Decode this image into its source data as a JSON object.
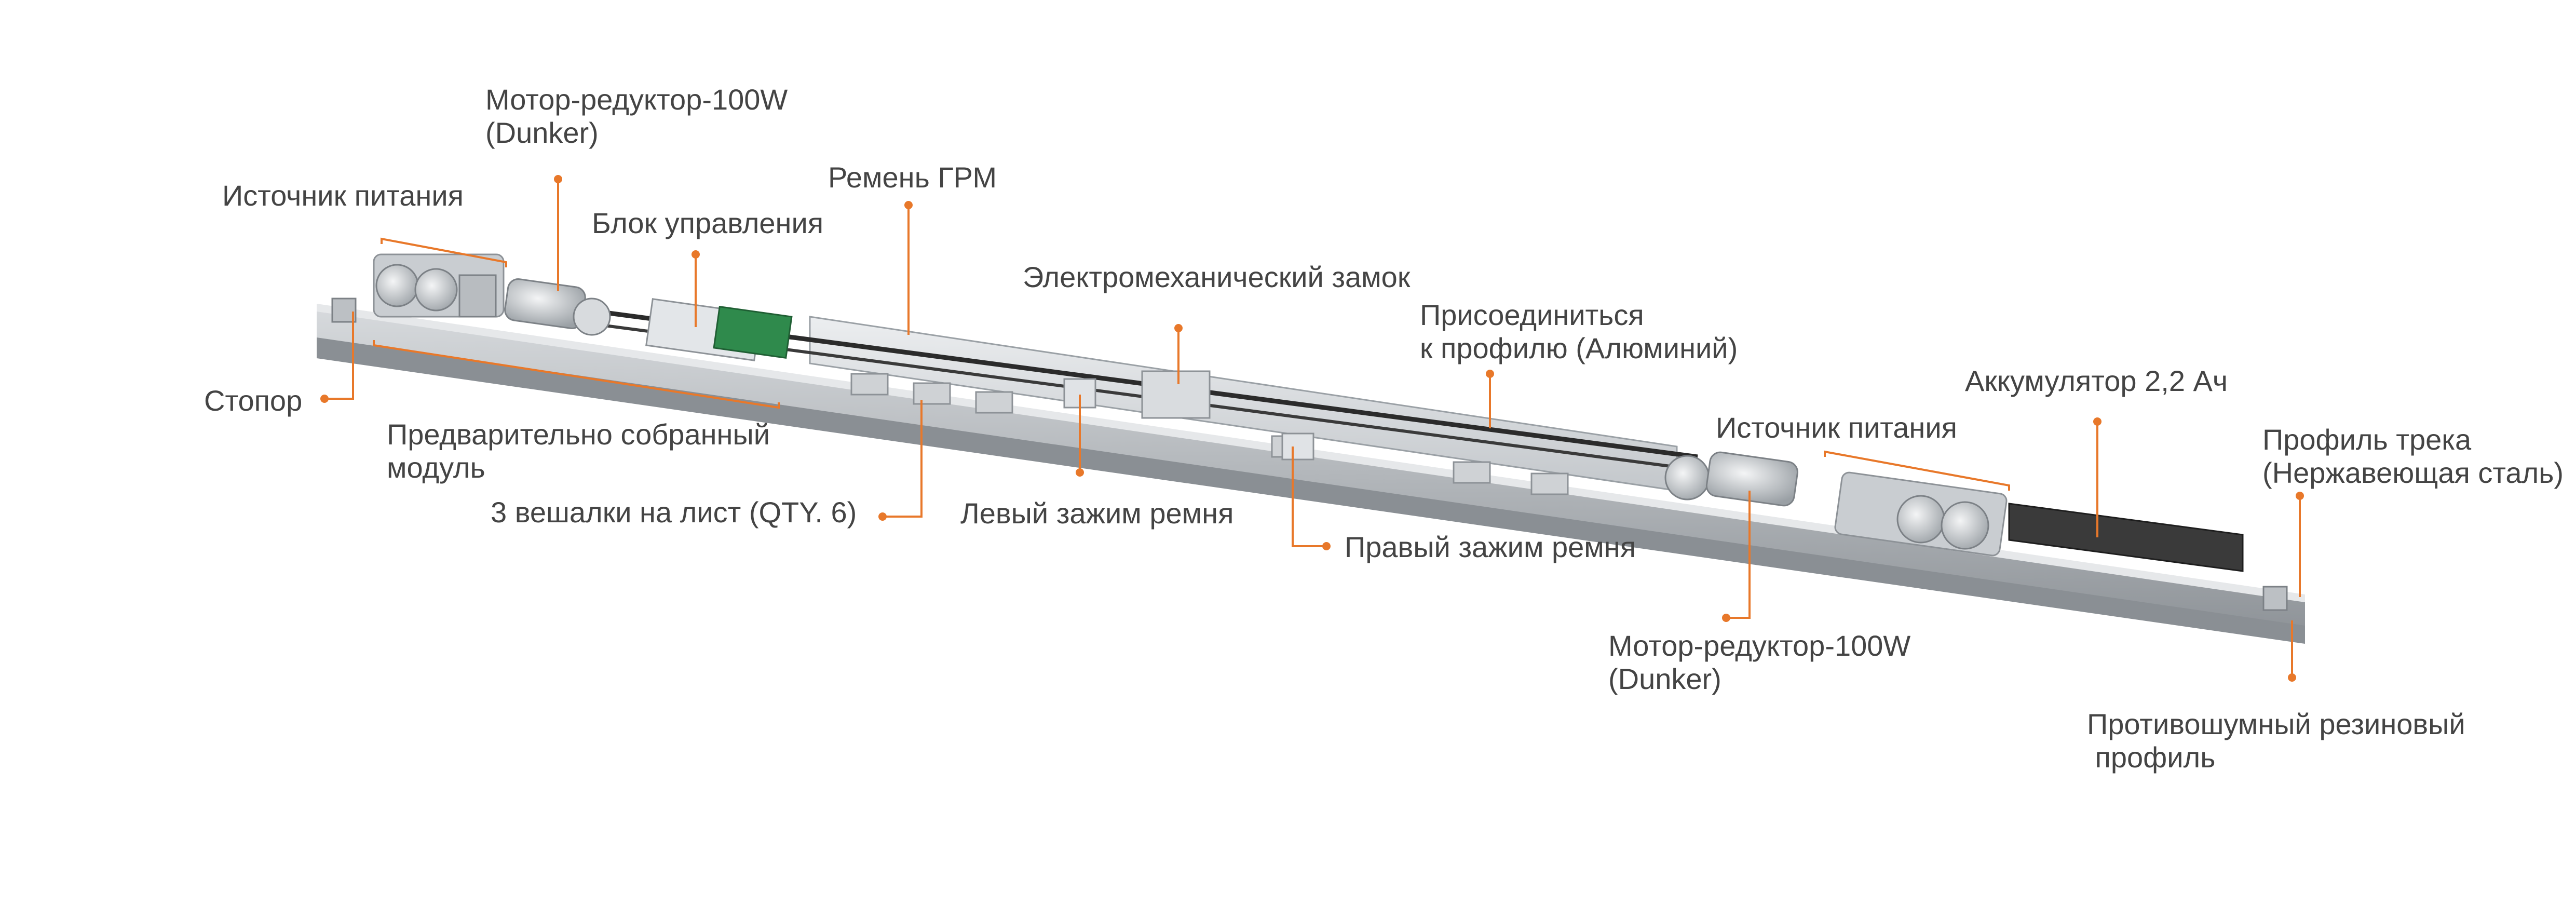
{
  "colors": {
    "accent": "#e8782a",
    "text": "#444444",
    "rail": "#a9adb1",
    "rail_dark": "#7c8186",
    "belt": "#2b2b2b",
    "pcb": "#2f8a4c"
  },
  "labels": {
    "motor_left": [
      "Мотор-редуктор-100W",
      "(Dunker)"
    ],
    "power_left": [
      "Источник питания"
    ],
    "control_unit": [
      "Блок управления"
    ],
    "timing_belt": [
      "Ремень ГРМ"
    ],
    "stopper": [
      "Стопор"
    ],
    "premodule": [
      "Предварительно собранный",
      "модуль"
    ],
    "hangers": [
      "3 вешалки на лист (QTY. 6)"
    ],
    "lock": [
      "Электромеханический замок"
    ],
    "left_clamp": [
      "Левый зажим ремня"
    ],
    "profile_connect": [
      "Присоединиться",
      "к профилю (Алюминий)"
    ],
    "right_clamp": [
      "Правый зажим ремня"
    ],
    "power_right": [
      "Источник питания"
    ],
    "battery": [
      "Аккумулятор 2,2 Ач"
    ],
    "track": [
      "Профиль трека",
      "(Нержавеющая сталь)"
    ],
    "motor_right": [
      "Мотор-редуктор-100W",
      "(Dunker)"
    ],
    "rubber": [
      "Противошумный резиновый",
      " профиль"
    ]
  }
}
